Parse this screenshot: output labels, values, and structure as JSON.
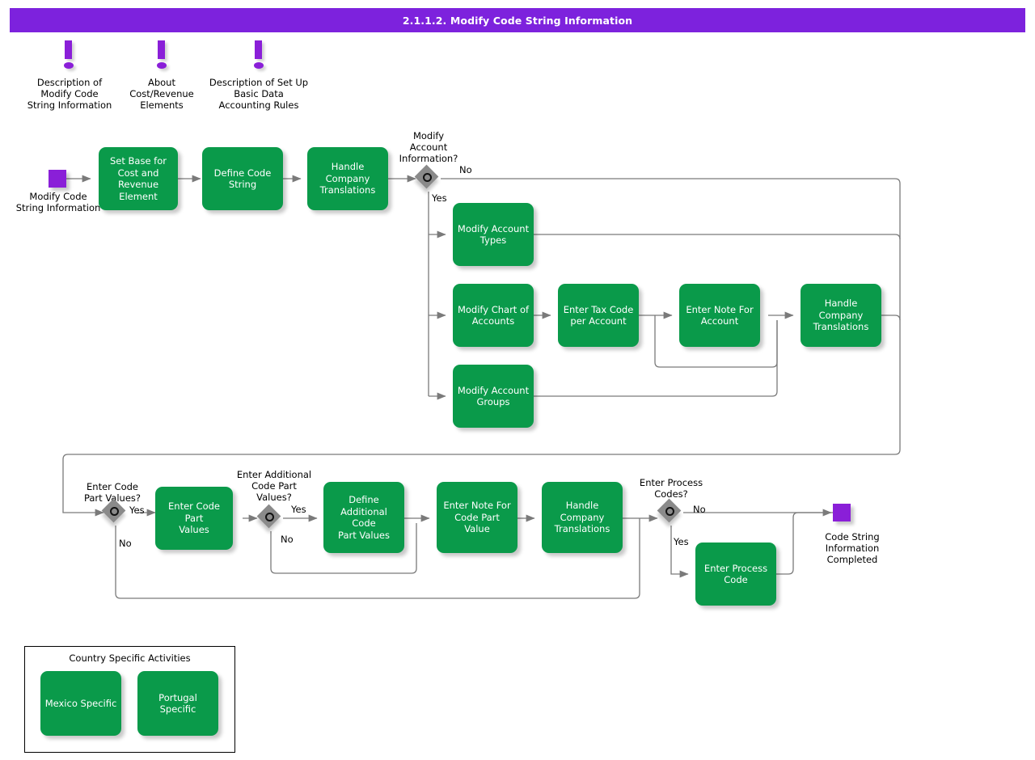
{
  "header": {
    "title": "2.1.1.2. Modify Code String Information"
  },
  "colors": {
    "header_bar": "#7d22dd",
    "task_fill": "#0a9a4a",
    "task_text": "#ffffff",
    "event_fill": "#8a1fd8",
    "gateway_fill": "#8a8a8a",
    "connector": "#7a7a7a",
    "page_background": "#ffffff"
  },
  "info_markers": [
    {
      "icon": "exclamation-icon",
      "label": "Description of\nModify Code\nString Information"
    },
    {
      "icon": "exclamation-icon",
      "label": "About\nCost/Revenue\nElements"
    },
    {
      "icon": "exclamation-icon",
      "label": "Description of Set Up\nBasic Data\nAccounting Rules"
    }
  ],
  "events": [
    {
      "id": "start",
      "label": "Modify Code\nString Information"
    },
    {
      "id": "end",
      "label": "Code String\nInformation\nCompleted"
    }
  ],
  "tasks": [
    {
      "id": "set-base",
      "label": "Set Base for\nCost and\nRevenue\nElement"
    },
    {
      "id": "define-code-string",
      "label": "Define Code\nString"
    },
    {
      "id": "handle-company-1",
      "label": "Handle\nCompany\nTranslations"
    },
    {
      "id": "modify-account-types",
      "label": "Modify Account\nTypes"
    },
    {
      "id": "modify-chart",
      "label": "Modify Chart of\nAccounts"
    },
    {
      "id": "enter-tax-code",
      "label": "Enter Tax Code\nper Account"
    },
    {
      "id": "enter-note-account",
      "label": "Enter Note For\nAccount"
    },
    {
      "id": "handle-company-2",
      "label": "Handle\nCompany\nTranslations"
    },
    {
      "id": "modify-account-groups",
      "label": "Modify Account\nGroups"
    },
    {
      "id": "enter-code-part",
      "label": "Enter Code Part\nValues"
    },
    {
      "id": "define-additional",
      "label": "Define\nAdditional Code\nPart Values"
    },
    {
      "id": "enter-note-code-part",
      "label": "Enter Note For\nCode Part Value"
    },
    {
      "id": "handle-company-3",
      "label": "Handle\nCompany\nTranslations"
    },
    {
      "id": "enter-process-code",
      "label": "Enter Process\nCode"
    }
  ],
  "gateways": [
    {
      "id": "gw-modify-account",
      "question": "Modify\nAccount\nInformation?",
      "yes": "Yes",
      "no": "No"
    },
    {
      "id": "gw-code-part",
      "question": "Enter Code\nPart Values?",
      "yes": "Yes",
      "no": "No"
    },
    {
      "id": "gw-additional-part",
      "question": "Enter Additional\nCode Part\nValues?",
      "yes": "Yes",
      "no": "No"
    },
    {
      "id": "gw-process-codes",
      "question": "Enter Process\nCodes?",
      "yes": "Yes",
      "no": "No"
    }
  ],
  "country_group": {
    "title": "Country Specific Activities",
    "tasks": [
      {
        "id": "mexico-specific",
        "label": "Mexico Specific"
      },
      {
        "id": "portugal-specific",
        "label": "Portugal Specific"
      }
    ]
  }
}
